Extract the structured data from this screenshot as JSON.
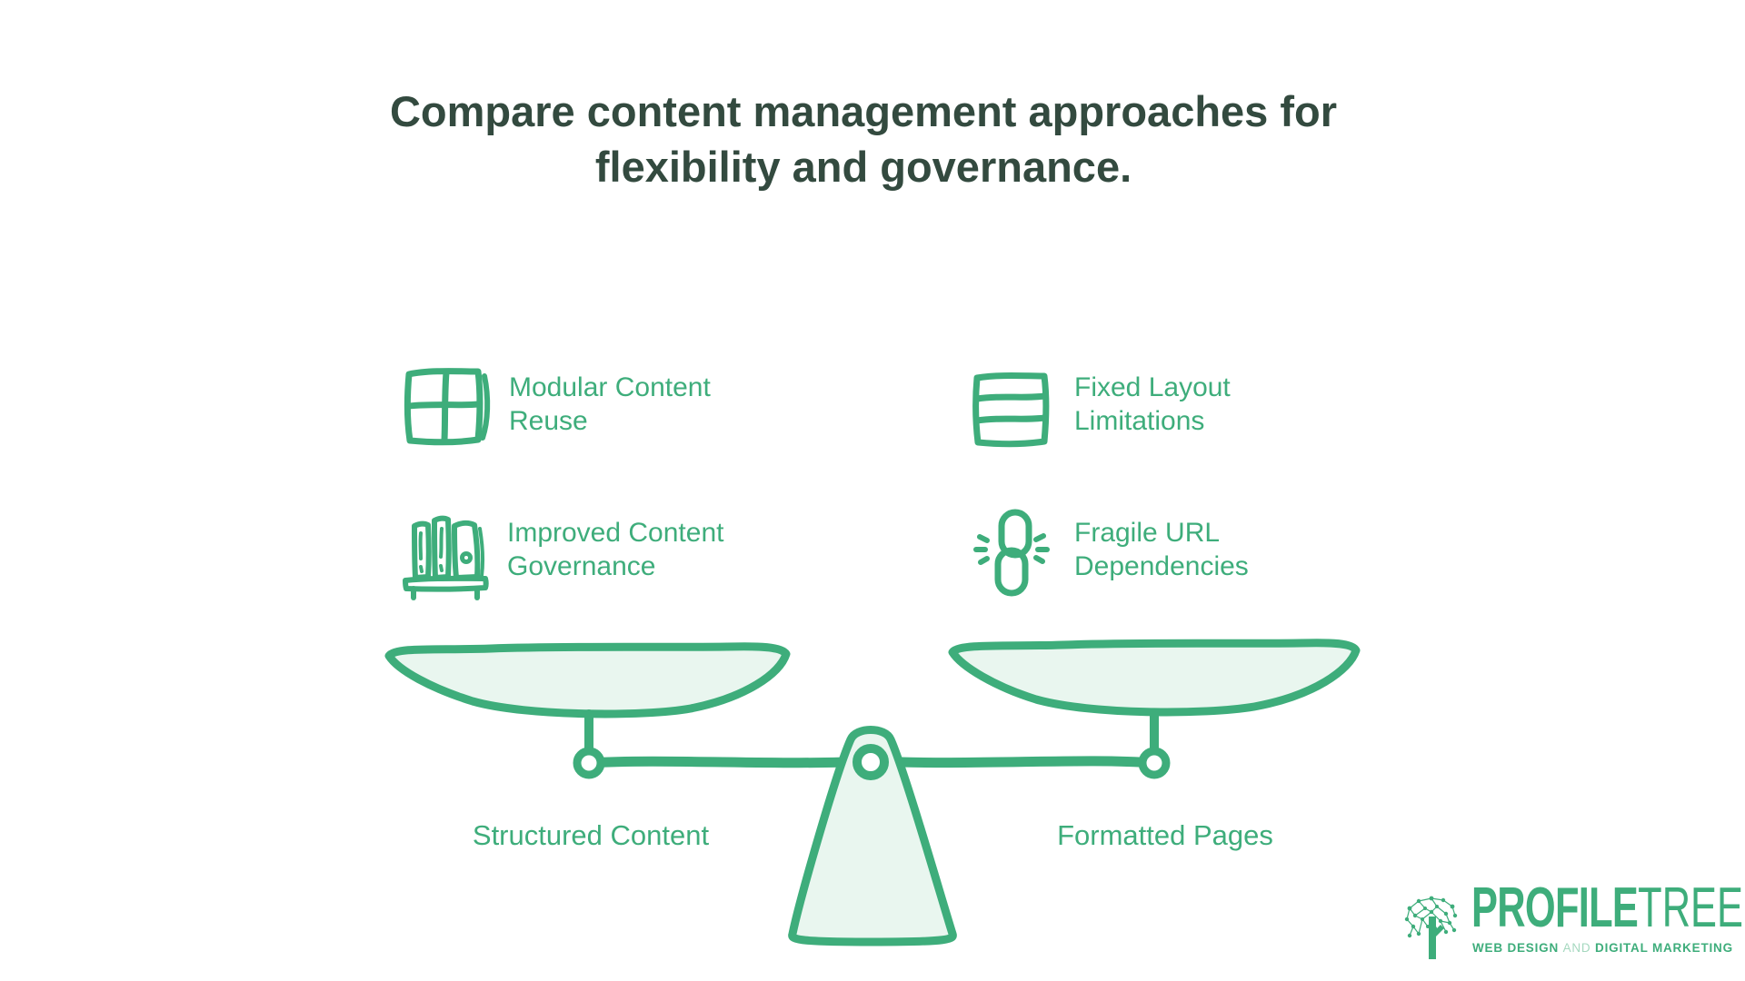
{
  "title": {
    "line1": "Compare content management approaches for",
    "line2": "flexibility and governance."
  },
  "comparison": {
    "left": {
      "pan_label": "Structured Content",
      "items": [
        {
          "icon": "modular-grid-icon",
          "label": "Modular Content Reuse"
        },
        {
          "icon": "governance-books-icon",
          "label": "Improved Content Governance"
        }
      ]
    },
    "right": {
      "pan_label": "Formatted Pages",
      "items": [
        {
          "icon": "fixed-rows-icon",
          "label": "Fixed Layout Limitations"
        },
        {
          "icon": "broken-link-icon",
          "label": "Fragile URL Dependencies"
        }
      ]
    }
  },
  "logo": {
    "brand_bold": "PROFILE",
    "brand_light": "TREE",
    "tagline_lead": "WEB DESIGN",
    "tagline_and": "AND",
    "tagline_tail": "DIGITAL MARKETING"
  },
  "colors": {
    "accent_green": "#3EAD7B",
    "pan_fill": "#E9F6EF",
    "title_text": "#334A3F"
  }
}
